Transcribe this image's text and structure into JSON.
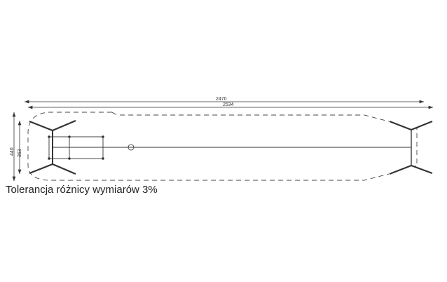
{
  "drawing": {
    "dimensions": {
      "outer_length": "2470",
      "inner_length": "2534",
      "outer_width": "440",
      "inner_width": "353"
    },
    "note": "Tolerancja różnicy wymiarów 3%"
  }
}
